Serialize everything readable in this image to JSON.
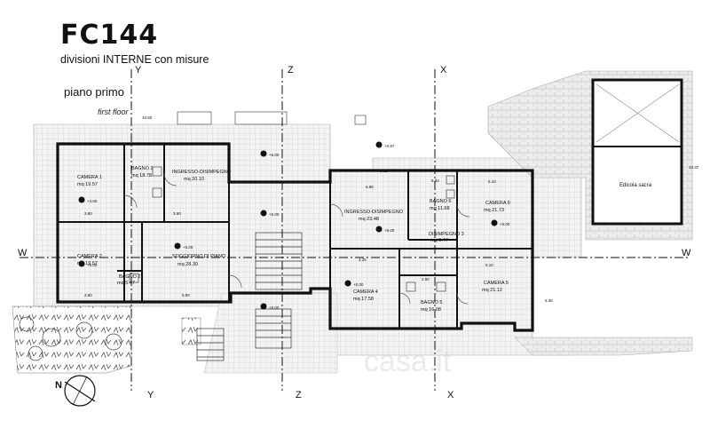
{
  "header": {
    "code": "FC144",
    "subtitle": "divisioni INTERNE con misure",
    "floor_it": "piano primo",
    "floor_en": "first floor"
  },
  "axes": {
    "y_top": "Y",
    "z_top": "Z",
    "x_top": "X",
    "y_bottom": "Y",
    "z_bottom": "Z",
    "x_bottom": "X",
    "w_left": "W",
    "w_right": "W"
  },
  "compass": {
    "label": "N"
  },
  "rooms": {
    "camera1": {
      "name": "CAMERA 1",
      "area": "mq 19.57"
    },
    "bagno1": {
      "name": "BAGNO 1",
      "area": "mq 18.78"
    },
    "ingresso1": {
      "name": "INGRESSO-DISIMPEGNO",
      "area": "mq 20.10"
    },
    "camera2": {
      "name": "CAMERA 2",
      "area": "mq 19.57"
    },
    "bagno2": {
      "name": "BAGNO 2",
      "area": "mq 5.47"
    },
    "soggiorno": {
      "name": "SOGGIORNO DI PIANO",
      "area": "mq 28.30"
    },
    "ingresso2": {
      "name": "INGRESSO-DISIMPEGNO",
      "area": "mq 23.48"
    },
    "bagno6": {
      "name": "BAGNO 6",
      "area": "mq 11.68"
    },
    "camera6": {
      "name": "CAMERA 6",
      "area": "mq 21.73"
    },
    "disimpegno3": {
      "name": "DISIMPEGNO 3",
      "area": "mq 6.47"
    },
    "camera4": {
      "name": "CAMERA 4",
      "area": "mq 17.58"
    },
    "bagno5": {
      "name": "BAGNO 5",
      "area": "mq 16.08"
    },
    "camera5": {
      "name": "CAMERA 5",
      "area": "mq 21.12"
    },
    "edicola": {
      "name": "Edicola sacra"
    }
  },
  "levels": {
    "l1": "+4.60",
    "l2": "+5.00",
    "l3": "+5.00",
    "l4": "+5.00",
    "l5": "+0.87",
    "l6": "+5.00",
    "l7": "+5.00",
    "l8": "+0.00",
    "l9": "+5.00",
    "l10": "+5.00"
  },
  "dimensions": {
    "d1": "10.50",
    "d2": "3.80",
    "d3": "3.90",
    "d4": "3.80",
    "d5": "5.90",
    "d6": "5.85",
    "d7": "5.10",
    "d8": "5.92",
    "d9": "5.10",
    "d10": "4.25",
    "d11": "2.90",
    "d12": "3.62",
    "d13": "10.37",
    "d14": "6.35"
  },
  "watermark": "casa.it"
}
